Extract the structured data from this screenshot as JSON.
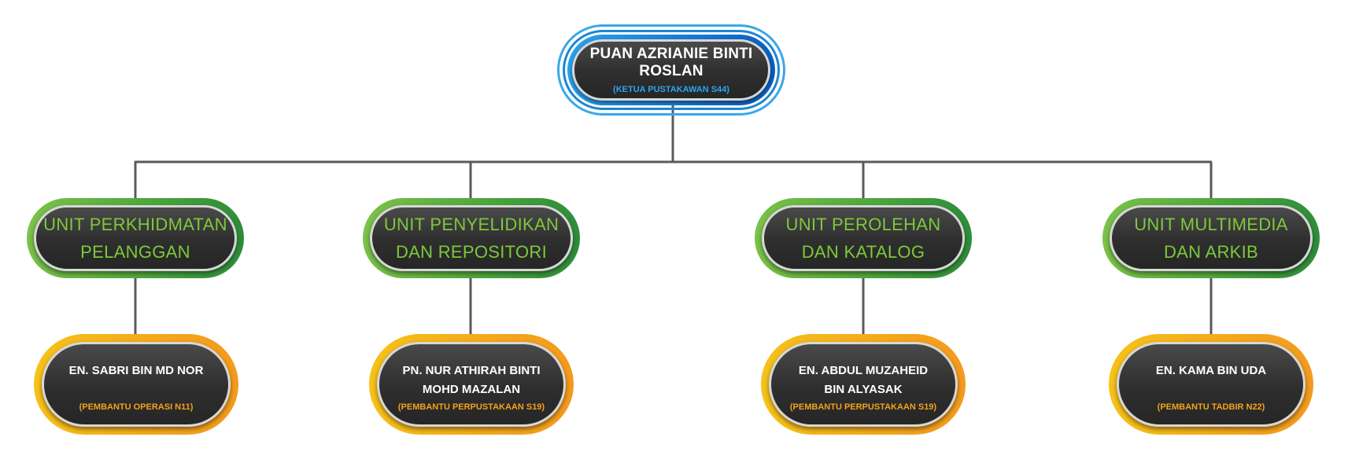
{
  "head": {
    "name": "PUAN AZRIANIE BINTI ROSLAN",
    "role": "(KETUA PUSTAKAWAN S44)"
  },
  "units": [
    {
      "line1": "UNIT PERKHIDMATAN",
      "line2": "PELANGGAN",
      "staff_line1": "EN. SABRI BIN MD NOR",
      "staff_line2": "",
      "staff_role": "(PEMBANTU OPERASI N11)"
    },
    {
      "line1": "UNIT PENYELIDIKAN",
      "line2": "DAN REPOSITORI",
      "staff_line1": "PN. NUR ATHIRAH BINTI",
      "staff_line2": "MOHD MAZALAN",
      "staff_role": "(PEMBANTU PERPUSTAKAAN S19)"
    },
    {
      "line1": "UNIT PEROLEHAN",
      "line2": "DAN KATALOG",
      "staff_line1": "EN. ABDUL MUZAHEID",
      "staff_line2": "BIN ALYASAK",
      "staff_role": "(PEMBANTU PERPUSTAKAAN S19)"
    },
    {
      "line1": "UNIT MULTIMEDIA",
      "line2": "DAN ARKIB",
      "staff_line1": "EN. KAMA BIN UDA",
      "staff_line2": "",
      "staff_role": "(PEMBANTU TADBIR N22)"
    }
  ],
  "colors": {
    "head_ring": "#1b86d4",
    "unit_ring": "#4ea83c",
    "staff_ring": "#f4a81b",
    "connector": "#5a5a5a"
  }
}
